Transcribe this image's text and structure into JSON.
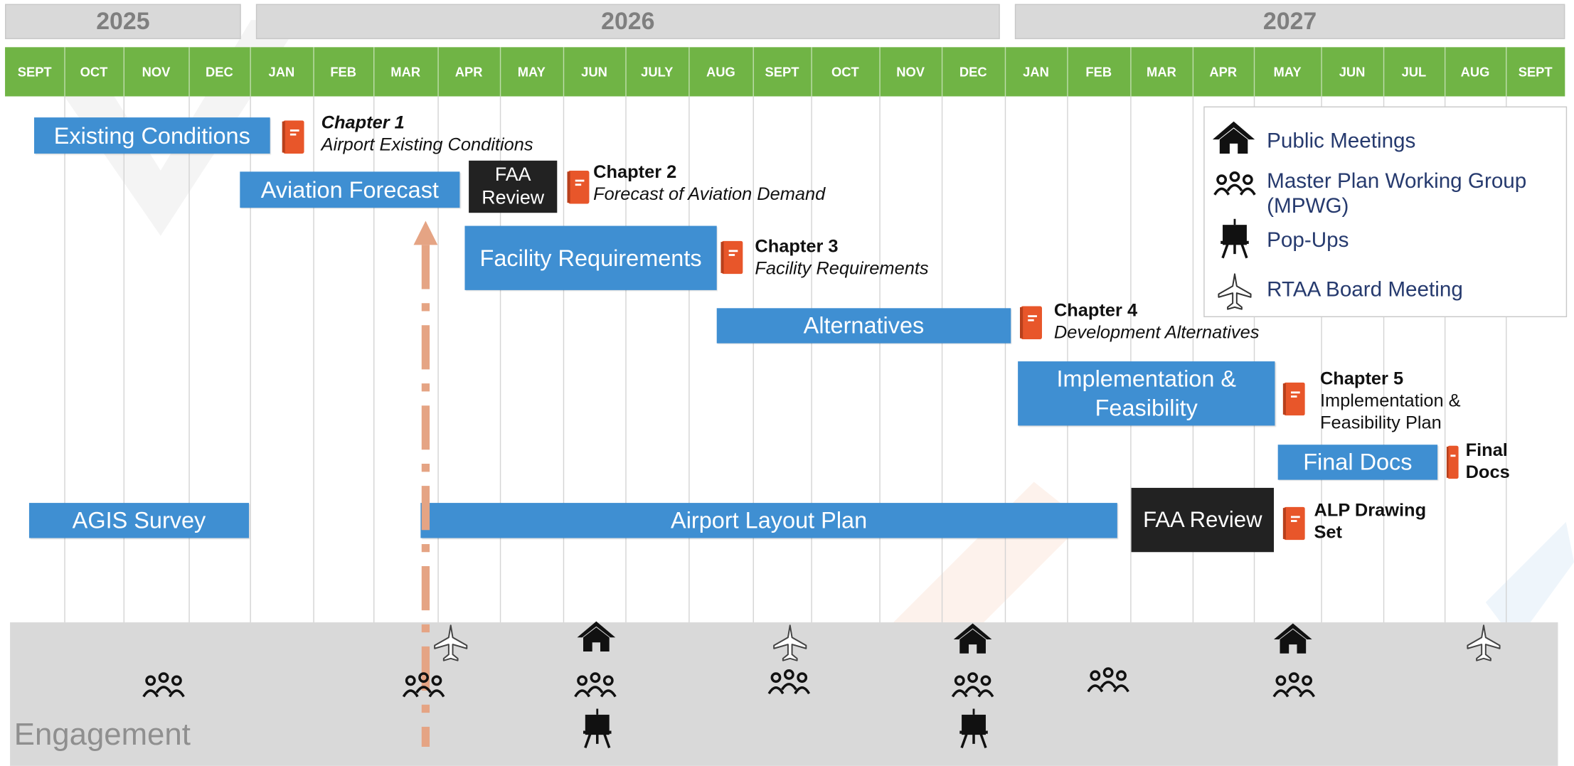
{
  "years": [
    "2025",
    "2026",
    "2027"
  ],
  "months": [
    "SEPT",
    "OCT",
    "NOV",
    "DEC",
    "JAN",
    "FEB",
    "MAR",
    "APR",
    "MAY",
    "JUN",
    "JULY",
    "AUG",
    "SEPT",
    "OCT",
    "NOV",
    "DEC",
    "JAN",
    "FEB",
    "MAR",
    "APR",
    "MAY",
    "JUN",
    "JUL",
    "AUG",
    "SEPT"
  ],
  "tasks": {
    "existing_conditions": "Existing Conditions",
    "aviation_forecast": "Aviation Forecast",
    "facility_requirements": "Facility Requirements",
    "alternatives": "Alternatives",
    "implementation": "Implementation & Feasibility",
    "final_docs": "Final Docs",
    "agis_survey": "AGIS Survey",
    "airport_layout_plan": "Airport Layout Plan"
  },
  "reviews": {
    "faa_review_1": "FAA Review",
    "faa_review_2": "FAA Review"
  },
  "deliverables": {
    "ch1_title": "Chapter 1",
    "ch1_sub": "Airport Existing Conditions",
    "ch2_title": "Chapter 2",
    "ch2_sub": "Forecast of Aviation Demand",
    "ch3_title": "Chapter 3",
    "ch3_sub": "Facility Requirements",
    "ch4_title": "Chapter 4",
    "ch4_sub": "Development Alternatives",
    "ch5_title": "Chapter 5",
    "ch5_sub": "Implementation & Feasibility Plan",
    "final_docs": "Final Docs",
    "alp_drawing_set": "ALP Drawing Set"
  },
  "legend": {
    "public_meetings": "Public Meetings",
    "mpwg": "Master Plan Working Group (MPWG)",
    "popups": "Pop-Ups",
    "rtaa_board": "RTAA Board Meeting"
  },
  "engagement_label": "Engagement",
  "colors": {
    "month_bar": "#70b445",
    "task_blue": "#3f8fd2",
    "review_black": "#222222",
    "book_orange": "#e8562a",
    "today_marker": "#e5a484",
    "legend_text": "#263a6e"
  },
  "icons": {
    "public_meeting": "house-icon",
    "mpwg": "people-group-icon",
    "popup": "easel-icon",
    "rtaa_board": "airplane-icon",
    "deliverable": "book-icon"
  }
}
